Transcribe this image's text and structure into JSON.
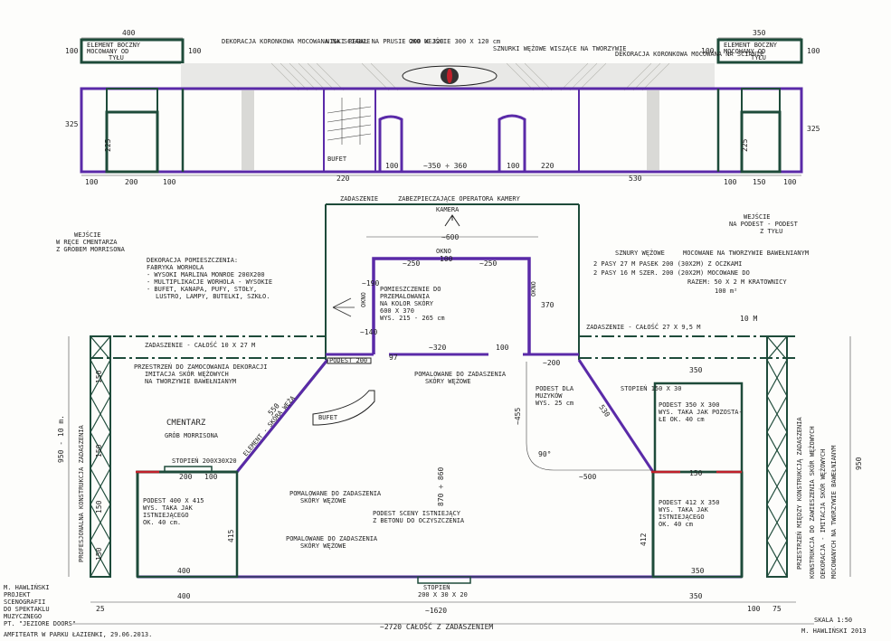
{
  "elevation": {
    "left_block_width": "400",
    "left_block_height": "100",
    "left_block_label_1": "ELEMENT BOCZNY",
    "left_block_label_2": "MOCOWANY OD",
    "left_block_label_3": "TYŁU",
    "right_block_width": "350",
    "right_block_height": "100",
    "right_block_label_1": "ELEMENT BOCZNY",
    "right_block_label_2": "MOCOWANY OD",
    "right_block_label_3": "TYŁU",
    "decor_left": "DEKORACJA KORONKOWA MOCOWANA NA SCIANIE",
    "note_shelves": "NISKI REGAŁ NA PRUSIE 200 X 320",
    "note_eye": "OKO WEJŚCIE 300 X 120 cm",
    "note_curtain": "SZNURKI WĘŻOWE WISZĄCE NA TWORZYWIE",
    "decor_right": "DEKORACJA KORONKOWA MOCOWANA NA SCIANIE",
    "height_left": "325",
    "height_right": "325",
    "inner_h_left": "225",
    "inner_h_right": "225",
    "bufet": "BUFET",
    "dim_220a": "220",
    "dim_100a": "100",
    "dim_350_360": "~350 ÷ 360",
    "dim_100b": "100",
    "dim_220b": "220",
    "dim_530": "530",
    "bottom_dims": [
      "100",
      "200",
      "100",
      "100",
      "150",
      "100"
    ]
  },
  "plan": {
    "top_note": "ZABEZPIECZAJĄCE OPERATORA KAMERY",
    "top_note_prefix": "ZADASZENIE",
    "camera": "KAMERA",
    "dim_600": "~600",
    "dim_250a": "~250",
    "dim_250b": "~250",
    "window": "OKNO",
    "window_width": "100",
    "side_window_left": "OKNO",
    "side_window_right": "OKNO",
    "room_note_1": "POMIESZCZENIE DO",
    "room_note_2": "PRZEMALOWANIA",
    "room_note_3": "NA KOLOR SKÓRY",
    "room_note_4": "600 X 370",
    "room_note_5": "WYS. 215 - 265 cm",
    "dim_370": "370",
    "dim_190": "~190",
    "dim_140": "~140",
    "dim_200a": "~200",
    "dim_320": "~320",
    "dim_100c": "100",
    "dim_97": "97",
    "dim_100d": "100",
    "left_entrance": "WEJŚCIE",
    "left_entrance_2": "W RĘCE CMENTARZA",
    "left_entrance_3": "Z GROBEM MORRISONA",
    "decor_note_1": "DEKORACJA POMIESZCZENIA:",
    "decor_note_2": "FABRYKA WORHOLA",
    "decor_note_3": "- WYSOKI MARLINA MONROE 200X200",
    "decor_note_4": "- MULTIPLIKACJE WORHOLA - WYSOKIE",
    "decor_note_5": "- BUFET, KANAPA, PUFY, STOŁY,",
    "decor_note_6": "LUSTRO, LAMPY, BUTELKI, SZKŁO.",
    "right_entrance": "WEJŚCIE",
    "right_entrance_2": "NA PODEST - PODEST",
    "right_entrance_3": "Z TYŁU",
    "curtain_note_1": "SZNURY WĘŻOWE",
    "curtain_note_2": "MOCOWANE NA TWORZYWIE BAWEŁNIANYM",
    "curtain_note_3": "2 PASY 27 M  PASEK 200 (30X2M)  Z OCZKAMI",
    "curtain_note_4": "2 PASY 16 M  SZER. 200 (20X2M)  MOCOWANE DO",
    "curtain_note_5": "RAZEM: 50 X 2 M  KRATOWNICY",
    "curtain_note_6": "100 m²",
    "roof_left": "ZADASZENIE - CAŁOŚĆ 10 X 27 M",
    "roof_right": "ZADASZENIE - CAŁOŚĆ 27 X 9,5 M",
    "roof_right_m": "10 M",
    "space_note_1": "PRZESTRZEŃ DO ZAMOCOWANIA DEKORACJI",
    "space_note_2": "IMITACJA SKÓR WĘŻOWYCH",
    "space_note_3": "NA TWORZYWIE BAWEŁNIANYM",
    "podest_top": "PODEST 200",
    "bufet": "BUFET",
    "snake_note": "ELEMENT - SKÓRA WĘŻA",
    "dim_550": "550",
    "dim_530": "530",
    "dim_200b": "~200",
    "dim_455": "~455",
    "dim_870": "870 ÷ 860",
    "dim_500": "~500",
    "dim_90": "90°",
    "grave_1": "CMENTARZ",
    "grave_2": "GRÓB MORRISONA",
    "stopien_left": "STOPIEŃ 200X30X20",
    "dim_200c": "200",
    "dim_100e": "100",
    "podest_left_1": "PODEST 400 X 415",
    "podest_left_2": "WYS. TAKA JAK",
    "podest_left_3": "ISTNIEJĄCEGO",
    "podest_left_4": "OK. 40 cm.",
    "dim_415": "415",
    "dim_400": "400",
    "music_1": "PODEST DLA",
    "music_2": "MUZYKÓW",
    "music_3": "WYS. 25 cm",
    "stopien_right": "STOPIEŃ 150 X 30",
    "dim_350a": "350",
    "podest_right_1": "PODEST 350 X 300",
    "podest_right_2": "WYS. TAKA JAK POZOSTA-",
    "podest_right_3": "ŁE OK. 40 cm",
    "dim_150a": "150",
    "podest_br_1": "PODEST 412 X 350",
    "podest_br_2": "WYS. TAKA JAK",
    "podest_br_3": "ISTNIEJĄCEGO",
    "podest_br_4": "OK. 40 cm",
    "dim_412": "412",
    "dim_350b": "350",
    "center_1": "PODEST SCENY ISTNIEJĄCY",
    "center_2": "Z BETONU DO OCZYSZCZENIA",
    "paint_1": "POMALOWANE DO ZADASZENIA",
    "paint_2": "SKÓRY WĘŻOWE",
    "stopien_bottom_1": "STOPIEŃ",
    "stopien_bottom_2": "200 X 30 X 20",
    "dim_1620": "~1620",
    "total": "~2720 CAŁOŚĆ Z ZADASZENIEM",
    "bottom_dims": [
      "25",
      "400",
      "350",
      "100",
      "75"
    ],
    "left_side_dim": "950 - 10 m.",
    "left_truss_label": "PROFESJONALNA KONSTRUKCJA ZADASZENIA",
    "left_150s": [
      "150",
      "150",
      "150",
      "150"
    ],
    "right_950": "950",
    "right_truss_label": "PRZESTRZEŃ MIĘDZY KONSTRUKCJĄ ZADASZENIA",
    "right_note_1": "KONSTRUKCJA DO ZAWIESZENIA SKÓR WĘŻOWYCH",
    "right_note_2": "DEKORACJA - IMITACJA SKÓR WĘŻOWYCH",
    "right_note_3": "MOCOWANYCH NA TWORZYWIE BAWEŁNIANYM"
  },
  "footer": {
    "author_1": "M. HAWLIŃSKI",
    "author_2": "PROJEKT",
    "author_3": "SCENOGRAFII",
    "author_4": "DO SPEKTAKLU",
    "author_5": "MUZYCZNEGO",
    "author_6": "PT. \"JEZIORE DOORS\"",
    "author_7": "AMFITEATR W PARKU ŁAZIENKI, 29.06.2013.",
    "scale": "SKALA 1:50",
    "sign": "M. HAWLIŃSKI 2013"
  },
  "colors": {
    "green": "#1e4b3a",
    "purple": "#5a2aa8",
    "red": "#c0202a"
  }
}
